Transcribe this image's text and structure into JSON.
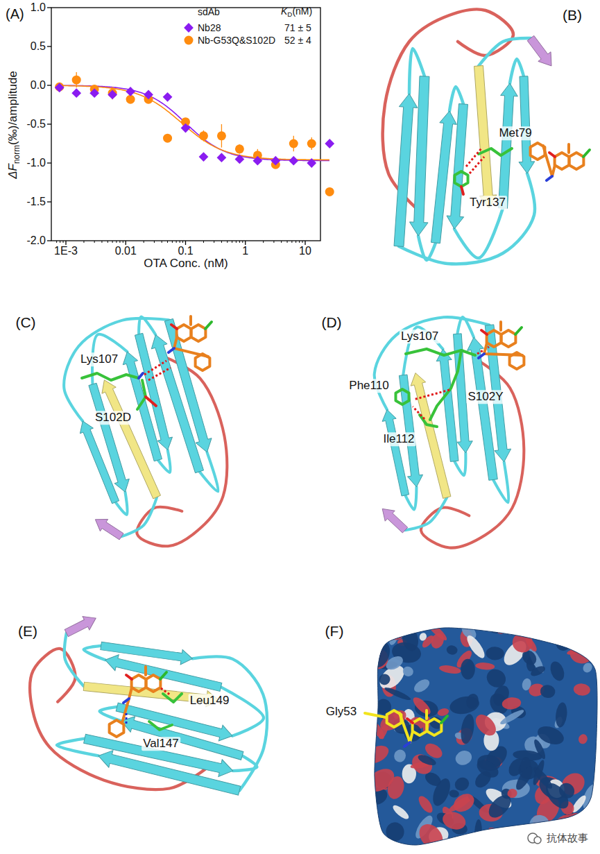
{
  "diagram": {
    "labels": [
      "(A)",
      "1.0",
      "0.5",
      "0.0",
      "-0.5",
      "-1.0",
      "-1.5",
      "-2.0",
      "1E-3",
      "0.01",
      "0.1",
      "1",
      "10",
      "OTA Conc. (nM)",
      "ΔF",
      "norm",
      "(‰)/amplitude",
      "sdAb",
      "K",
      "D",
      "(nM)",
      "71 ± 5",
      "52 ± 4",
      "(B)",
      "Met79",
      "Tyr137",
      "(C)",
      "Lys107",
      "S102D",
      "(D)",
      "Lys107",
      "Phe110",
      "S102Y",
      "Ile112",
      "(E)",
      "Leu149",
      "Val147",
      "(F)",
      "Gly53",
      "抗体故事"
    ],
    "legend": [
      {
        "text": "Nb28"
      },
      {
        "text": "Nb-G53Q&S102D"
      }
    ]
  }
}
